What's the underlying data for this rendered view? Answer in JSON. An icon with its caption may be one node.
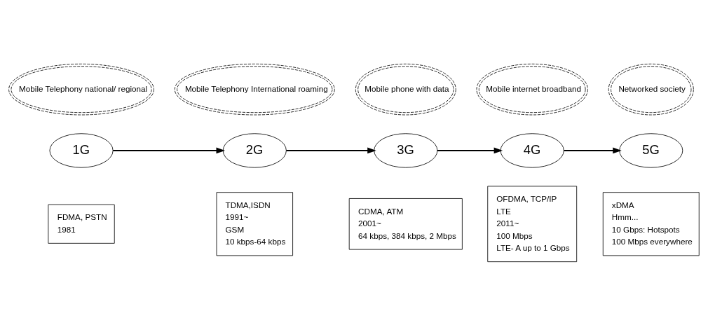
{
  "diagram": {
    "nodes": [
      {
        "text": [
          "Mobile Telephony national/ regional"
        ]
      },
      {
        "text": [
          "Mobile Telephony International roaming"
        ]
      },
      {
        "text": [
          "Mobile phone with data"
        ]
      },
      {
        "text": [
          "Mobile internet broadband"
        ]
      },
      {
        "text": [
          "Networked society"
        ]
      },
      {
        "text": [
          "1G"
        ]
      },
      {
        "text": [
          "2G"
        ]
      },
      {
        "text": [
          "3G"
        ]
      },
      {
        "text": [
          "4G"
        ]
      },
      {
        "text": [
          "5G"
        ]
      },
      {
        "text": [
          "FDMA, PSTN",
          "1981"
        ]
      },
      {
        "text": [
          "TDMA,ISDN",
          "1991~",
          "GSM",
          "10 kbps-64 kbps"
        ]
      },
      {
        "text": [
          "CDMA, ATM",
          "2001~",
          "64 kbps, 384 kbps, 2 Mbps"
        ]
      },
      {
        "text": [
          "OFDMA, TCP/IP",
          "LTE",
          "2011~",
          "100 Mbps",
          "LTE- A up to 1 Gbps"
        ]
      },
      {
        "text": [
          "xDMA",
          "Hmm...",
          "10 Gbps: Hotspots",
          "100 Mbps everywhere"
        ]
      }
    ],
    "edges": [
      {
        "from": 5,
        "to": 6,
        "arrow": "to"
      },
      {
        "from": 6,
        "to": 7,
        "arrow": "to"
      },
      {
        "from": 7,
        "to": 8,
        "arrow": "to"
      },
      {
        "from": 8,
        "to": 9,
        "arrow": "to"
      }
    ]
  }
}
